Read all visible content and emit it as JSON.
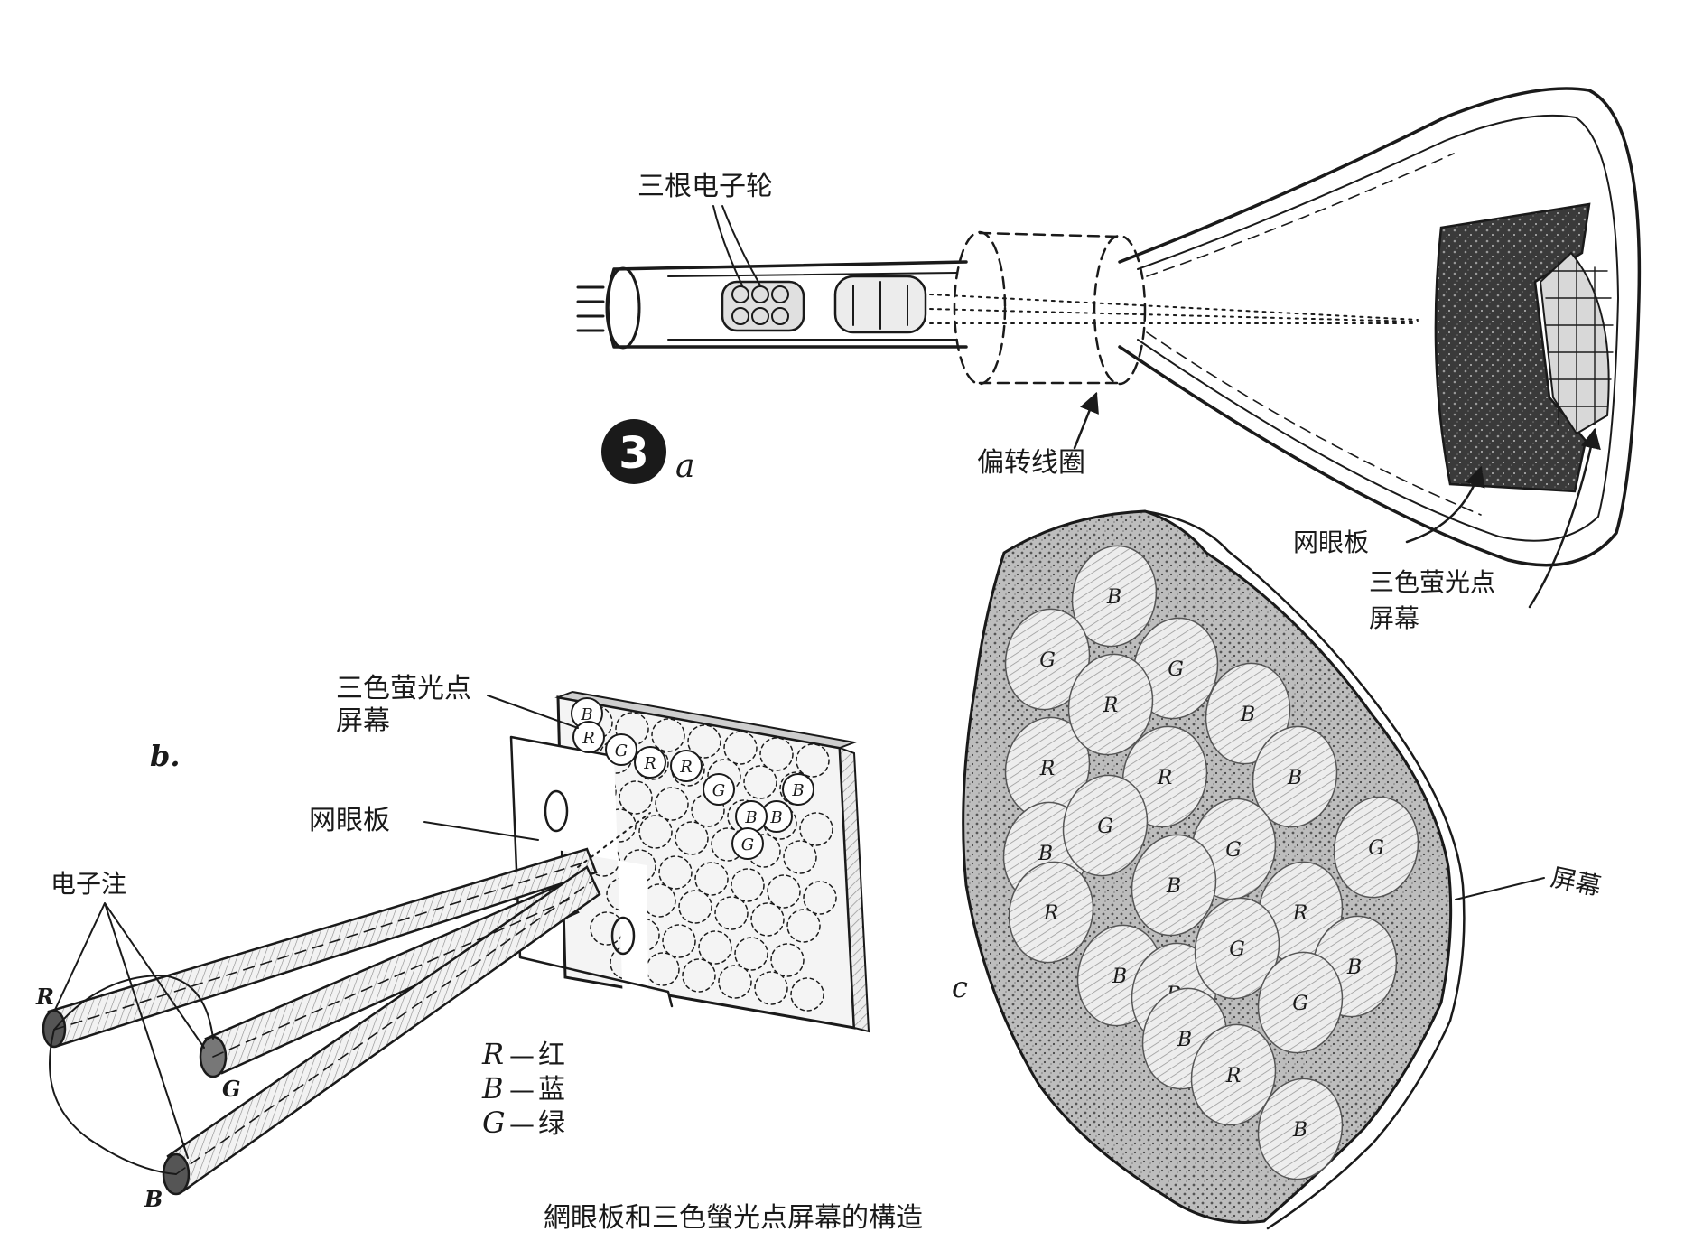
{
  "figure": {
    "caption": "網眼板和三色螢光点屏幕的構造",
    "number": "3",
    "panel_a": {
      "letter": "a",
      "labels": {
        "electron_guns": "三根电子轮",
        "deflection_coil": "偏转线圈",
        "shadow_mask": "网眼板",
        "phosphor_screen_line1": "三色萤光点",
        "phosphor_screen_line2": "屏幕"
      }
    },
    "panel_b": {
      "letter": "b.",
      "labels": {
        "phosphor_screen_line1": "三色萤光点",
        "phosphor_screen_line2": "屏幕",
        "shadow_mask": "网眼板",
        "electron_beams": "电子注",
        "beam_R": "R",
        "beam_G": "G",
        "beam_B": "B"
      },
      "legend": [
        {
          "code": "R",
          "dash": "—",
          "meaning": "红"
        },
        {
          "code": "B",
          "dash": "—",
          "meaning": "蓝"
        },
        {
          "code": "G",
          "dash": "—",
          "meaning": "绿"
        }
      ],
      "dot_letters": [
        "B",
        "R",
        "G",
        "R",
        "R",
        "G",
        "B",
        "B",
        "B",
        "G"
      ]
    },
    "panel_c": {
      "letter": "c",
      "labels": {
        "screen": "屏幕"
      },
      "dots": [
        "B",
        "G",
        "G",
        "R",
        "R",
        "B",
        "B",
        "R",
        "B",
        "G",
        "G",
        "G",
        "R",
        "R",
        "B",
        "B",
        "R",
        "G",
        "B",
        "G",
        "B",
        "R",
        "B"
      ]
    }
  }
}
